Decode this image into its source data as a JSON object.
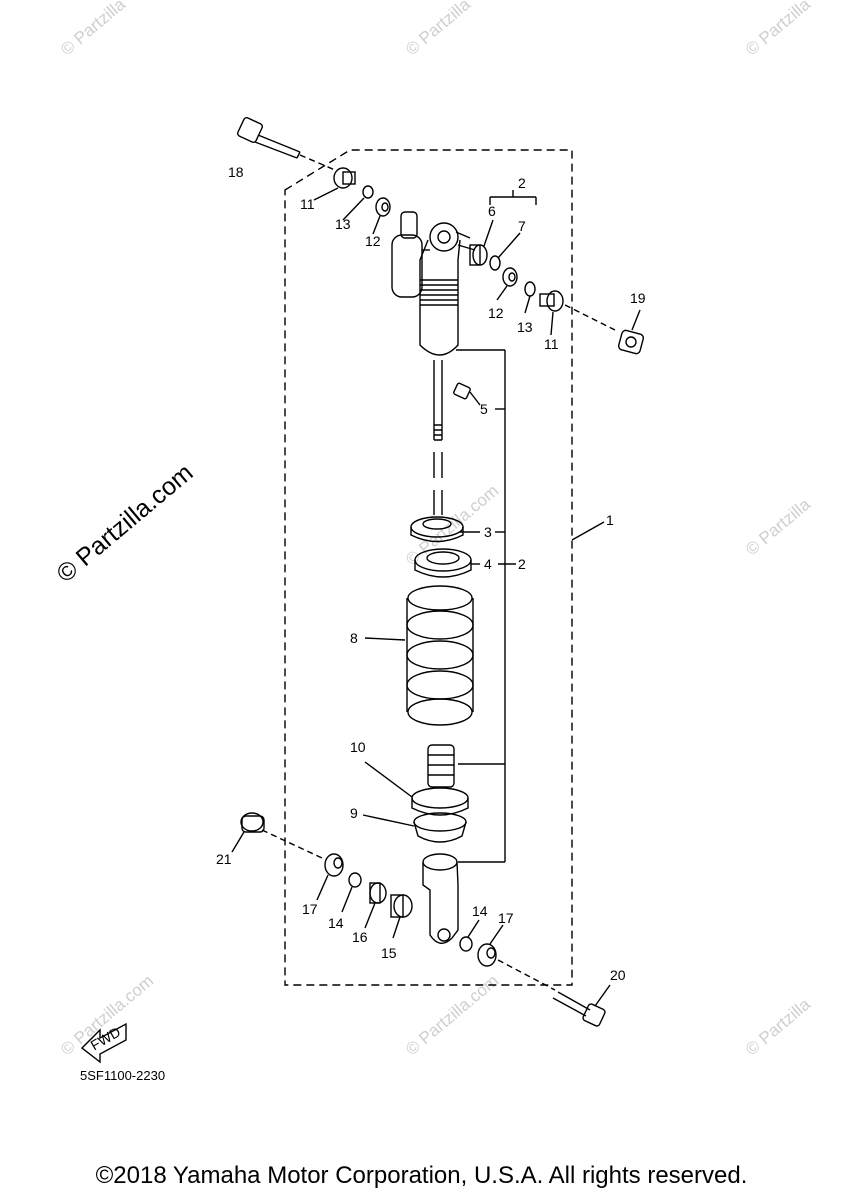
{
  "watermarks": {
    "small": "© Partzilla",
    "small_com": "© Partzilla.com",
    "big": "© Partzilla.com"
  },
  "diagram": {
    "code": "5SF1100-2230",
    "fwd_label": "FWD",
    "callouts": [
      "1",
      "2",
      "2",
      "3",
      "4",
      "5",
      "6",
      "7",
      "8",
      "9",
      "10",
      "11",
      "11",
      "12",
      "12",
      "13",
      "13",
      "14",
      "14",
      "15",
      "16",
      "17",
      "17",
      "18",
      "19",
      "20",
      "21"
    ]
  },
  "footer": {
    "copyright": "©2018 Yamaha Motor Corporation, U.S.A. All rights reserved."
  }
}
